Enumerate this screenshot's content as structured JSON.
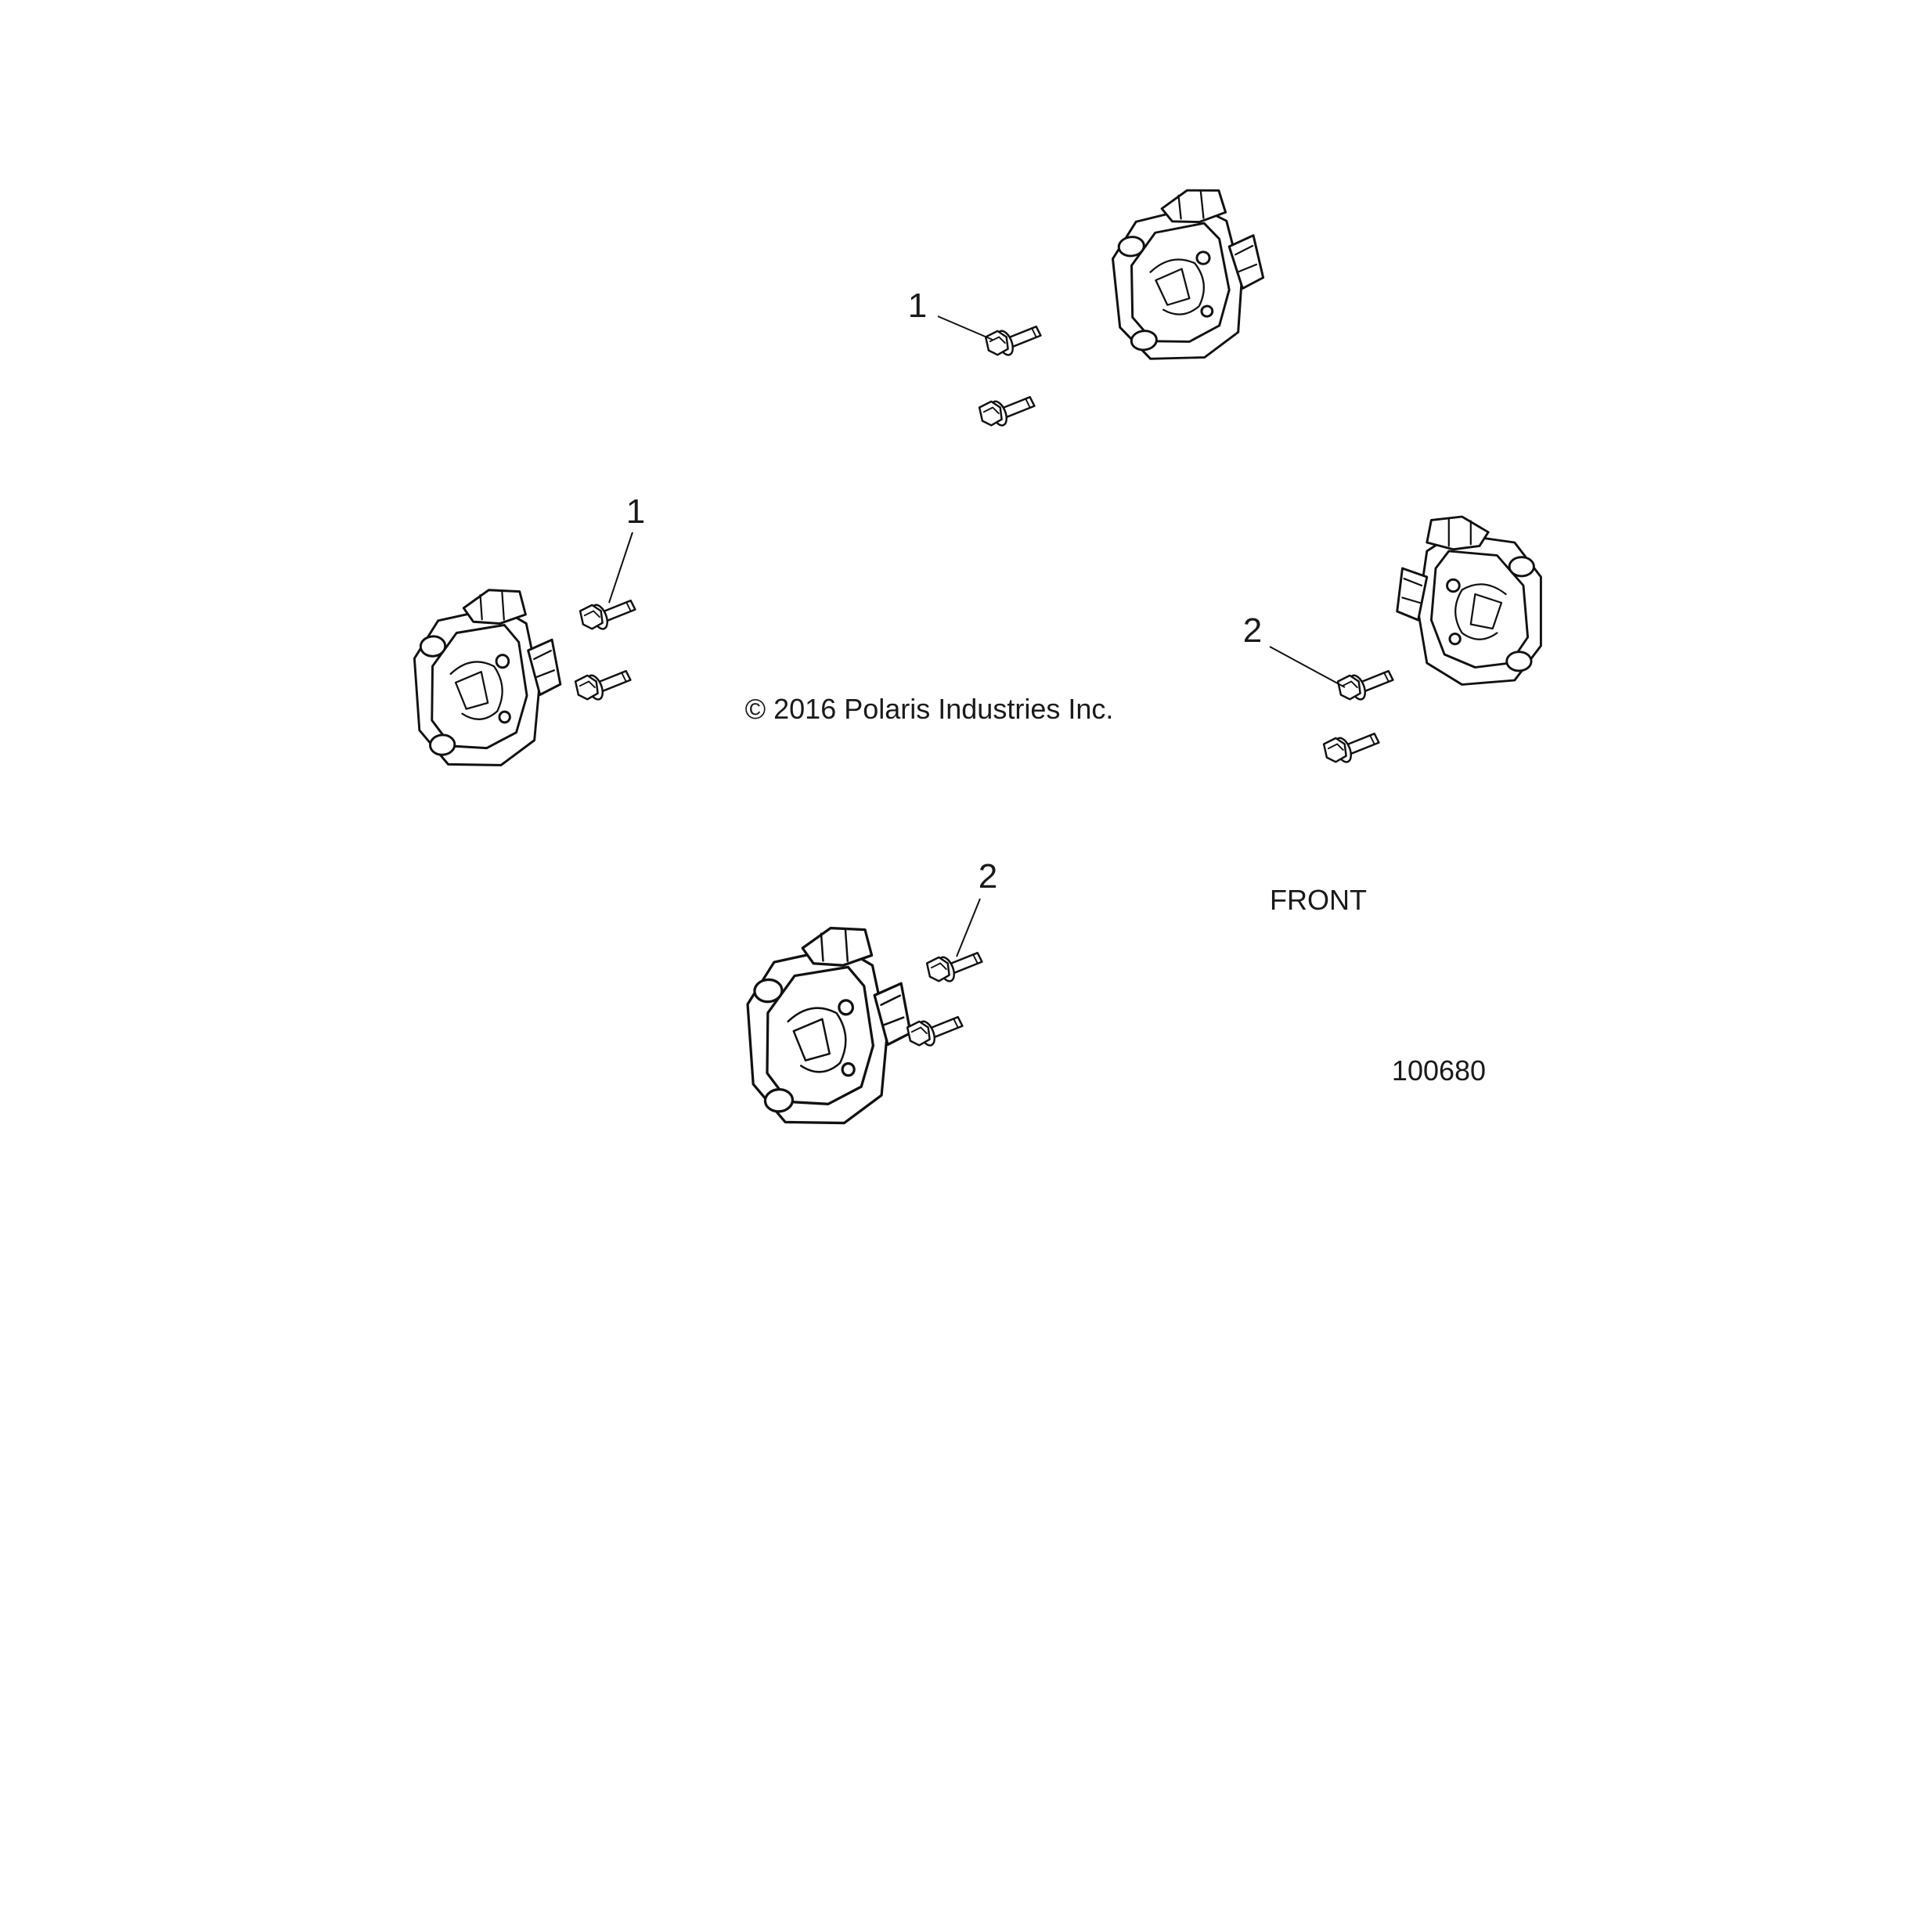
{
  "labels": {
    "callout_top": "1",
    "callout_left": "1",
    "callout_right": "2",
    "callout_bottom": "2",
    "copyright": "© 2016 Polaris Industries Inc.",
    "front": "FRONT",
    "figure_number": "100680"
  },
  "icons": {
    "caliper": "brake-caliper-icon",
    "bolt": "flange-bolt-icon"
  }
}
